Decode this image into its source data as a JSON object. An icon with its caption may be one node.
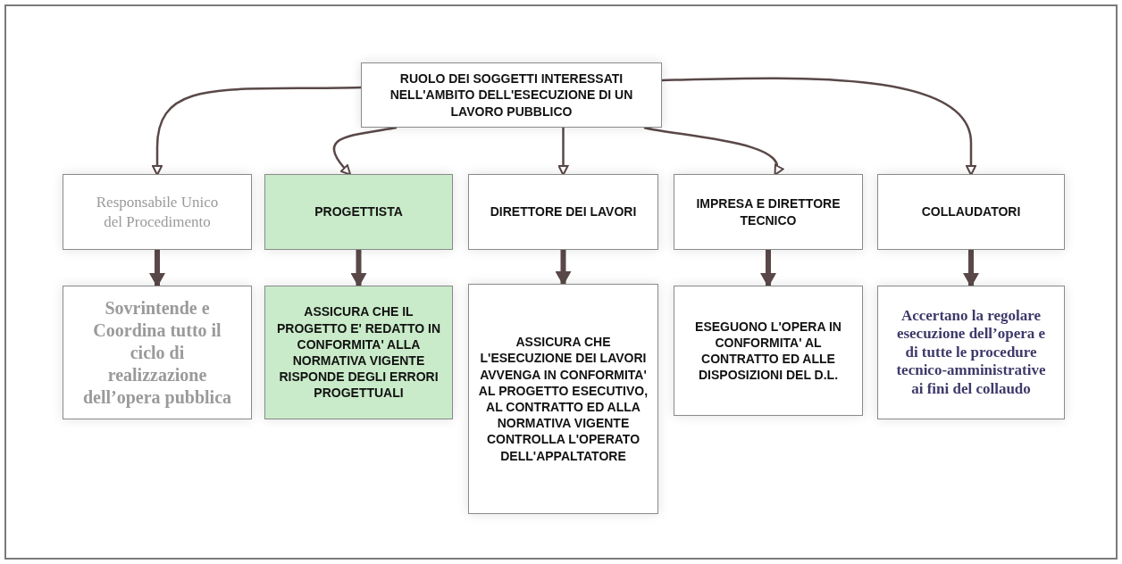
{
  "diagram": {
    "nodes": [
      {
        "text": [
          "RUOLO DEI SOGGETTI INTERESSATI NELL'AMBITO DELL'ESECUZIONE DI UN LAVORO PUBBLICO"
        ]
      },
      {
        "text": [
          "Responsabile Unico del Procedimento"
        ]
      },
      {
        "text": [
          "PROGETTISTA"
        ]
      },
      {
        "text": [
          "DIRETTORE DEI LAVORI"
        ]
      },
      {
        "text": [
          "IMPRESA E DIRETTORE TECNICO"
        ]
      },
      {
        "text": [
          "COLLAUDATORI"
        ]
      },
      {
        "text": [
          "Sovrintende e Coordina tutto il ciclo di realizzazione dell’opera pubblica"
        ]
      },
      {
        "text": [
          "ASSICURA CHE IL PROGETTO E' REDATTO IN CONFORMITA' ALLA NORMATIVA VIGENTE RISPONDE DEGLI ERRORI PROGETTUALI"
        ]
      },
      {
        "text": [
          "ASSICURA CHE L'ESECUZIONE DEI LAVORI AVVENGA IN CONFORMITA' AL PROGETTO ESECUTIVO, AL CONTRATTO ED ALLA NORMATIVA VIGENTE CONTROLLA L'OPERATO DELL'APPALTATORE"
        ]
      },
      {
        "text": [
          "ESEGUONO L'OPERA IN CONFORMITA' AL CONTRATTO ED ALLE DISPOSIZIONI DEL D.L."
        ]
      },
      {
        "text": [
          "Accertano la regolare esecuzione dell’opera  e di tutte le procedure tecnico-amministrative ai fini del collaudo"
        ]
      }
    ],
    "edges": [
      {
        "from": 0,
        "to": 1,
        "arrow": "to"
      },
      {
        "from": 0,
        "to": 2,
        "arrow": "to"
      },
      {
        "from": 0,
        "to": 3,
        "arrow": "to"
      },
      {
        "from": 0,
        "to": 4,
        "arrow": "to"
      },
      {
        "from": 0,
        "to": 5,
        "arrow": "to"
      },
      {
        "from": 1,
        "to": 6,
        "arrow": "to",
        "style": "thick"
      },
      {
        "from": 2,
        "to": 7,
        "arrow": "to",
        "style": "thick"
      },
      {
        "from": 3,
        "to": 8,
        "arrow": "to",
        "style": "thick"
      },
      {
        "from": 4,
        "to": 9,
        "arrow": "to",
        "style": "thick"
      },
      {
        "from": 5,
        "to": 10,
        "arrow": "to",
        "style": "thick"
      }
    ]
  }
}
